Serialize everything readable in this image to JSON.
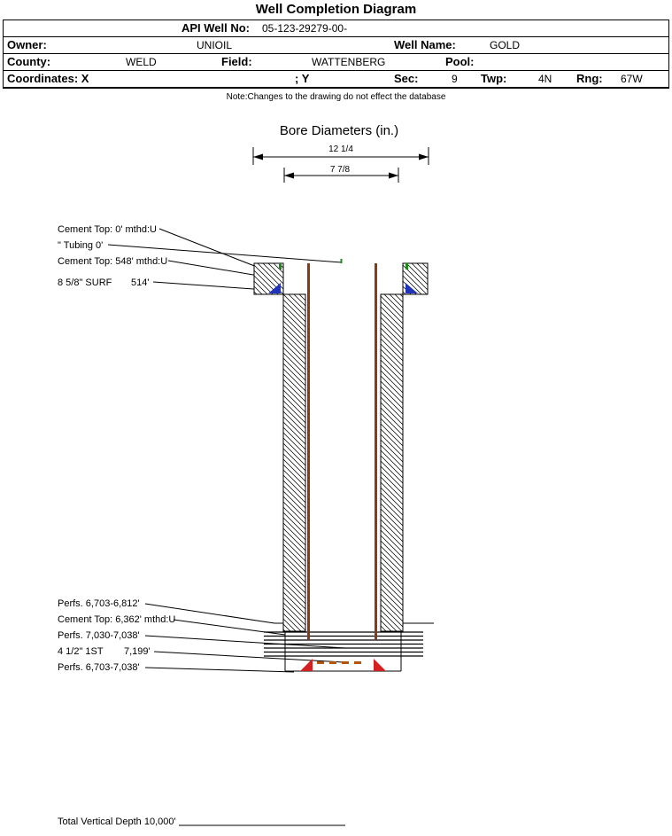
{
  "header": {
    "title": "Well Completion Diagram",
    "api": {
      "label": "API Well No:",
      "value": "05-123-29279-00-"
    },
    "owner": {
      "label": "Owner:",
      "value": "UNIOIL"
    },
    "well_name": {
      "label": "Well Name:",
      "value": "GOLD"
    },
    "county": {
      "label": "County:",
      "value": "WELD"
    },
    "field": {
      "label": "Field:",
      "value": "WATTENBERG"
    },
    "pool": {
      "label": "Pool:",
      "value": ""
    },
    "coordinates": {
      "label": "Coordinates: X",
      "y_label": "; Y"
    },
    "sec": {
      "label": "Sec:",
      "value": "9"
    },
    "twp": {
      "label": "Twp:",
      "value": "4N"
    },
    "rng": {
      "label": "Rng:",
      "value": "67W"
    },
    "note": "Note:Changes to the drawing do not effect the database"
  },
  "diagram": {
    "bore_title": "Bore Diameters (in.)",
    "outer_diameter": "12 1/4",
    "inner_diameter": "7 7/8",
    "annotations": {
      "cement_top_surface": "Cement Top: 0' mthd:U",
      "tubing": "\" Tubing 0'",
      "cement_top_548": "Cement Top: 548' mthd:U",
      "surface_casing": "8 5/8\" SURF",
      "surface_casing_depth": "514'",
      "perfs_upper": "Perfs. 6,703-6,812'",
      "cement_top_6362": "Cement Top: 6,362' mthd:U",
      "perfs_middle": "Perfs. 7,030-7,038'",
      "production_casing": "4 1/2\" 1ST",
      "production_casing_depth": "7,199'",
      "perfs_lower": "Perfs. 6,703-7,038'",
      "total_depth": "Total Vertical Depth 10,000'"
    },
    "colors": {
      "tubing": "#8a3b12",
      "surface_shoe": "#2233bb",
      "production_shoe": "#d42020",
      "cement_marker": "#1a8c1a",
      "tail_dash": "#b4550f"
    }
  }
}
